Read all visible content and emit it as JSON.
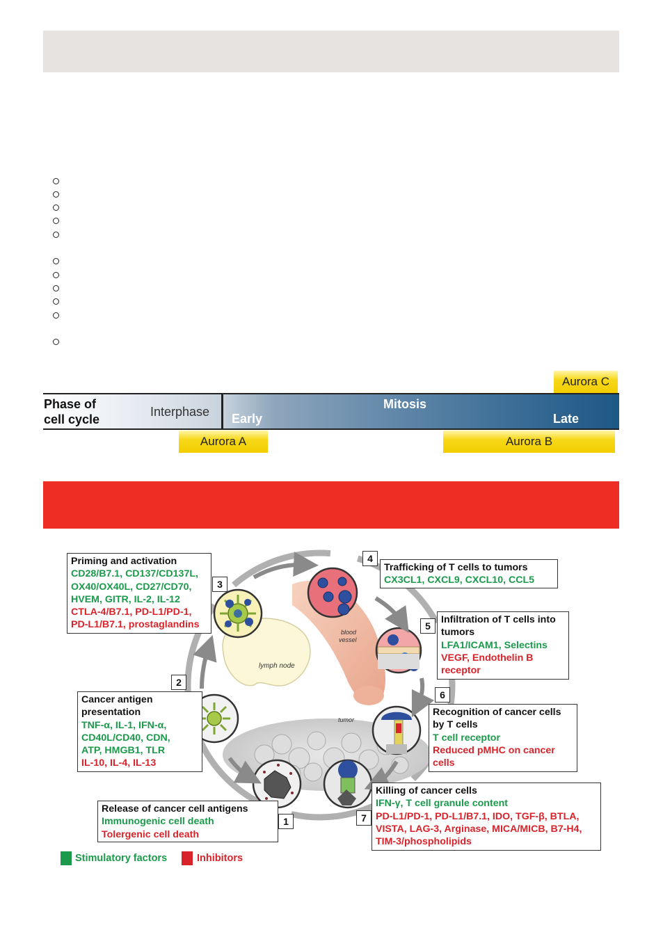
{
  "colors": {
    "stimulatory": "#1b9a4b",
    "inhibitor": "#d8232a",
    "aurora": "#f2cd00",
    "banner_red": "#ee2d24",
    "banner_grey": "#e6e3e1"
  },
  "cell_cycle": {
    "phase_label_line1": "Phase of",
    "phase_label_line2": "cell cycle",
    "interphase": "Interphase",
    "mitosis": "Mitosis",
    "early": "Early",
    "late": "Late",
    "aurora_a": "Aurora A",
    "aurora_b": "Aurora B",
    "aurora_c": "Aurora C"
  },
  "cancer_immunity_cycle": {
    "steps": [
      {
        "number": "1",
        "title": "Release of cancer cell antigens",
        "stimulatory": [
          "Immunogenic cell death"
        ],
        "inhibitors": [
          "Tolergenic cell death"
        ]
      },
      {
        "number": "2",
        "title_lines": [
          "Cancer antigen",
          "presentation"
        ],
        "stimulatory": [
          "TNF-α, IL-1, IFN-α,",
          "CD40L/CD40, CDN,",
          "ATP, HMGB1, TLR"
        ],
        "inhibitors": [
          "IL-10, IL-4, IL-13"
        ]
      },
      {
        "number": "3",
        "title": "Priming and activation",
        "stimulatory": [
          "CD28/B7.1, CD137/CD137L,",
          "OX40/OX40L, CD27/CD70,",
          "HVEM, GITR, IL-2, IL-12"
        ],
        "inhibitors": [
          "CTLA-4/B7.1, PD-L1/PD-1,",
          "PD-L1/B7.1, prostaglandins"
        ]
      },
      {
        "number": "4",
        "title": "Trafficking of T cells to tumors",
        "stimulatory": [
          "CX3CL1, CXCL9, CXCL10, CCL5"
        ],
        "inhibitors": []
      },
      {
        "number": "5",
        "title_lines": [
          "Infiltration of T cells into",
          "tumors"
        ],
        "stimulatory": [
          "LFA1/ICAM1, Selectins"
        ],
        "inhibitors": [
          "VEGF, Endothelin B",
          "receptor"
        ]
      },
      {
        "number": "6",
        "title_lines": [
          "Recognition of cancer cells",
          "by T cells"
        ],
        "stimulatory": [
          "T cell receptor"
        ],
        "inhibitors": [
          "Reduced pMHC on cancer",
          "cells"
        ]
      },
      {
        "number": "7",
        "title": "Killing of cancer cells",
        "stimulatory": [
          "IFN-γ, T cell granule content"
        ],
        "inhibitors": [
          "PD-L1/PD-1, PD-L1/B7.1, IDO, TGF-β, BTLA,",
          "VISTA, LAG-3, Arginase, MICA/MICB, B7-H4,",
          "TIM-3/phospholipids"
        ]
      }
    ],
    "labels": {
      "lymph_node": "lymph node",
      "blood_vessel_1": "blood",
      "blood_vessel_2": "vessel",
      "tumor": "tumor"
    },
    "legend": {
      "stimulatory": "Stimulatory factors",
      "inhibitors": "Inhibitors"
    }
  }
}
